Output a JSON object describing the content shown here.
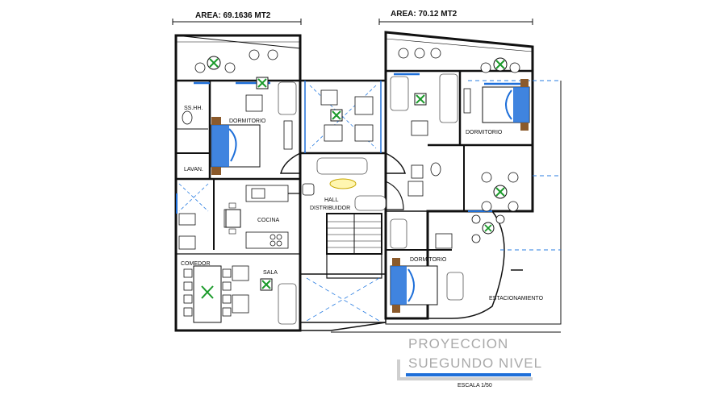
{
  "header": {
    "area_left": "AREA: 69.1636 MT2",
    "area_right": "AREA: 70.12 MT2"
  },
  "rooms": {
    "sshh": "SS.HH.",
    "dormitorio_left": "DORMITORIO",
    "lavan": "LAVAN.",
    "cocina": "COCINA",
    "comedor": "COMEDOR",
    "sala": "SALA",
    "hall_line1": "HALL",
    "hall_line2": "DISTRIBUIDOR",
    "dormitorio_right_top": "DORMITORIO",
    "dormitorio_right_bottom": "DORMITORIO",
    "estacionamiento": "ESTACIONAMIENTO"
  },
  "footer": {
    "title_line1": "PROYECCION",
    "title_line2": "SUEGUNDO NIVEL",
    "scale": "ESCALA 1/50"
  },
  "colors": {
    "wall": "#111111",
    "accent_blue": "#1e6fd9",
    "dashed_blue": "#2a7de1",
    "title_gray": "#a9a9a9",
    "plant_green": "#1a9a2a"
  }
}
